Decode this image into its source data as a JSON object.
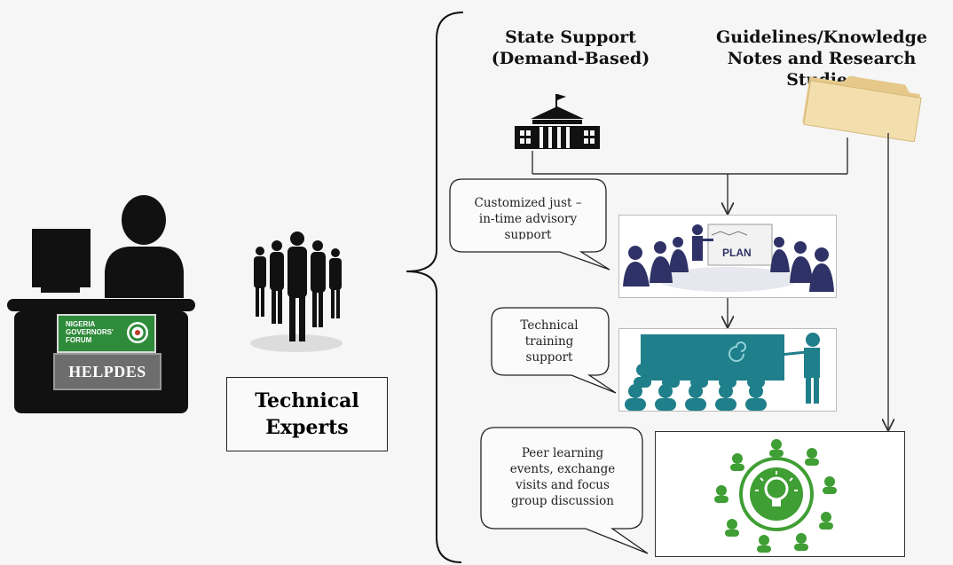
{
  "headings": {
    "state_support": [
      "State Support",
      "(Demand-Based)"
    ],
    "guidelines": [
      "Guidelines/Knowledge",
      "Notes and Research Studies"
    ]
  },
  "helpdesk": {
    "label": "HELPDES",
    "forum_lines": [
      "NIGERIA",
      "GOVERNORS'",
      "FORUM"
    ]
  },
  "experts_box": [
    "Technical",
    "Experts"
  ],
  "bubbles": {
    "advisory": [
      "Customized just –",
      "in-time advisory",
      "support"
    ],
    "training": [
      "Technical",
      "training",
      "support"
    ],
    "peer": [
      "Peer learning",
      "events, exchange",
      "visits and focus",
      "group discussion"
    ]
  },
  "plan_image": {
    "sign_text": "PLAN"
  },
  "colors": {
    "accent_teal": "#1f7f8a",
    "accent_green": "#3f9e34",
    "suit_navy": "#2e3266",
    "folder": "#f0d9a3",
    "forum_green": "#2e8b3a"
  },
  "icons": {
    "state": "government-building-icon",
    "guidelines": "manila-folder-icon",
    "desk": "helpdesk-person-icon",
    "experts": "people-group-icon",
    "peer": "idea-network-icon"
  }
}
